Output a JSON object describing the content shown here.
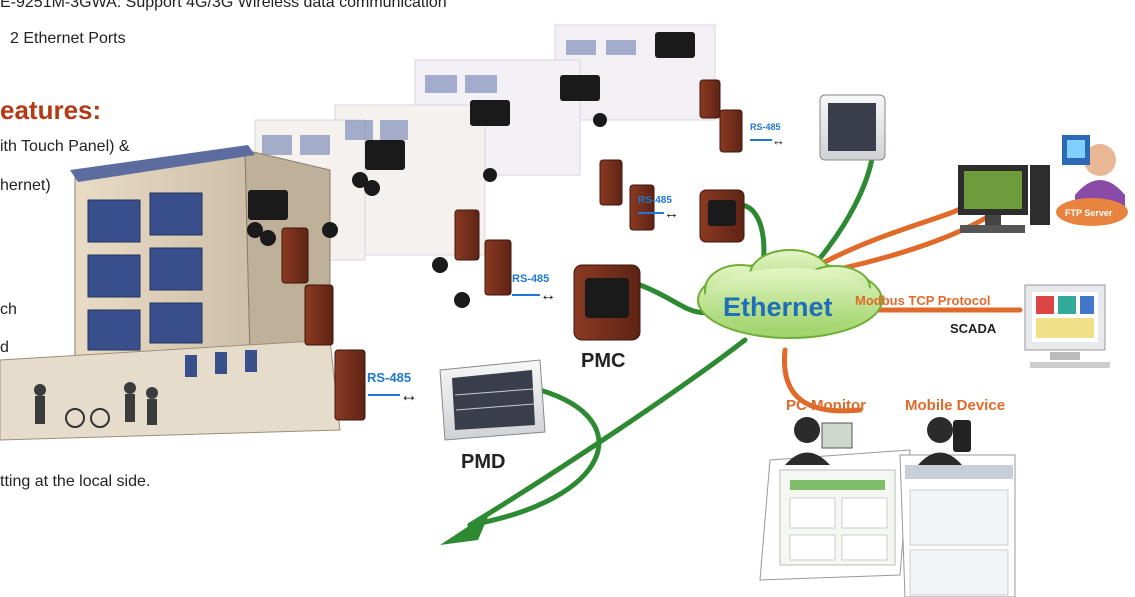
{
  "left_text": {
    "line1": "E-9251M-3GWA: Support 4G/3G Wireless data communication",
    "line2": "2 Ethernet Ports",
    "features_heading": "eatures:",
    "line3": "ith Touch Panel) &",
    "line4": "hernet)",
    "line5": "ch",
    "line6": "d",
    "line7": "tting at the local side."
  },
  "diagram": {
    "rs485_1": "RS-485",
    "rs485_2": "RS-485",
    "rs485_3": "RS-485",
    "rs485_4": "RS-485",
    "pmc_label": "PMC",
    "pmd_label": "PMD",
    "ethernet_label": "Ethernet",
    "modbus_label": "Modbus TCP Protocol",
    "scada_label": "SCADA",
    "pc_monitor_label": "PC Monitor",
    "mobile_device_label": "Mobile Device",
    "ftp_server_label": "FTP Server"
  },
  "colors": {
    "green_line": "#2e8a32",
    "orange_line": "#e06a2a",
    "heading_red": "#b23a16",
    "rs485_blue": "#1f78d1",
    "device_brown": "#7a2e1c"
  }
}
